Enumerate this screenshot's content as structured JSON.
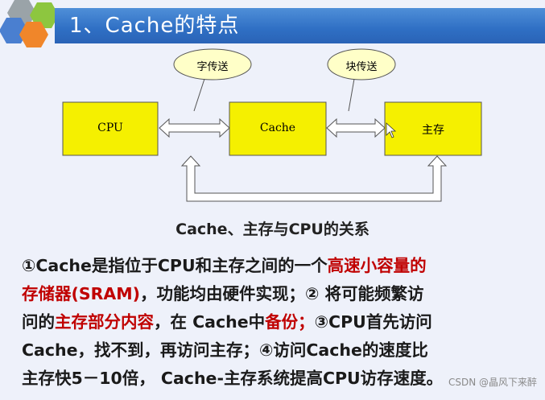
{
  "header": {
    "title": "1、Cache的特点"
  },
  "diagram": {
    "boxes": {
      "cpu": "CPU",
      "cache": "Cache",
      "main": "主存"
    },
    "bubbles": {
      "word": "字传送",
      "block": "块传送"
    },
    "caption": "Cache、主存与CPU的关系",
    "box_color": "#f5f000"
  },
  "description": {
    "l1_a": "①Cache是指位于CPU和主存之间的一个",
    "l1_b": "高速小容量的",
    "l2_a": "存储器(SRAM)",
    "l2_b": "，功能均由硬件实现；② 将可能频繁访",
    "l3_a": "问的",
    "l3_b": "主存部分内容",
    "l3_c": "，在 Cache中",
    "l3_d": "备份；",
    "l3_e": "③CPU首先访问",
    "l4": "Cache，找不到，再访问主存；④访问Cache的速度比",
    "l5": "主存快5－10倍， Cache-主存系统提高CPU访存速度。",
    "highlight_color": "#c00000"
  },
  "watermark": "CSDN @晶风下来醉"
}
